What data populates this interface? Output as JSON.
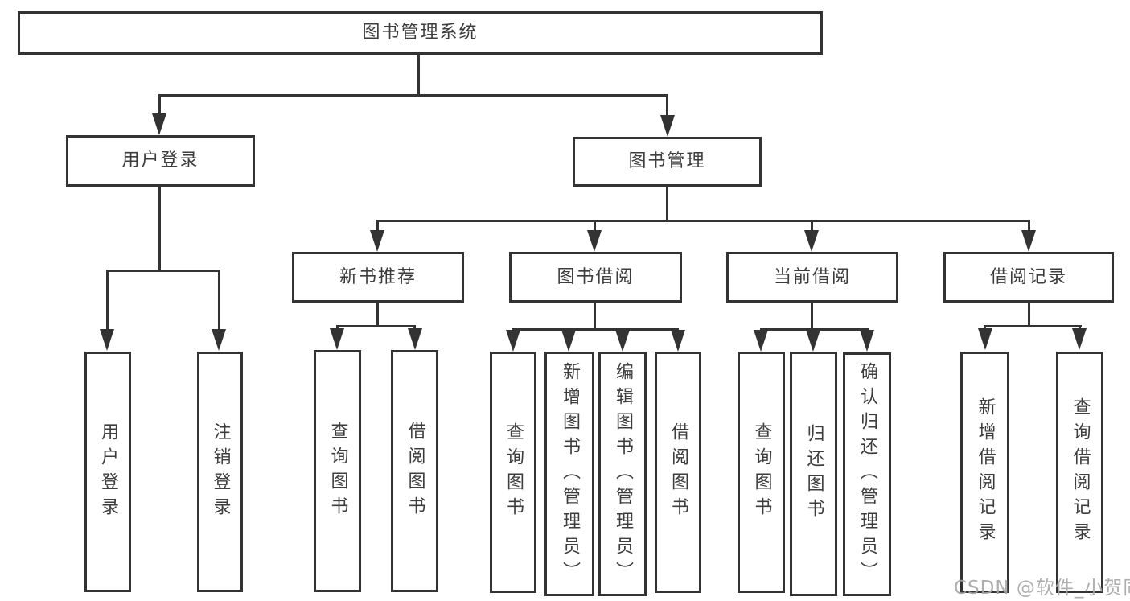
{
  "diagram": {
    "background": "#ffffff",
    "line_color": "#333333",
    "text_color": "#3d3d3d",
    "nodes": {
      "root": {
        "label": "图书管理系统"
      },
      "userLogin": {
        "label": "用户登录"
      },
      "bookMgmt": {
        "label": "图书管理"
      },
      "newBookRec": {
        "label": "新书推荐"
      },
      "bookBorrow": {
        "label": "图书借阅"
      },
      "currentBorrow": {
        "label": "当前借阅"
      },
      "borrowRecords": {
        "label": "借阅记录"
      },
      "leafUserLogin": {
        "label": "用户登录"
      },
      "leafLogout": {
        "label": "注销登录"
      },
      "leafNbQuery": {
        "label": "查询图书"
      },
      "leafNbBorrow": {
        "label": "借阅图书"
      },
      "leafBbQuery": {
        "label": "查询图书"
      },
      "leafBbAdd": {
        "label": "新增图书（管理员）"
      },
      "leafBbEdit": {
        "label": "编辑图书（管理员）"
      },
      "leafBbBorrow": {
        "label": "借阅图书"
      },
      "leafCbQuery": {
        "label": "查询图书"
      },
      "leafCbReturn": {
        "label": "归还图书"
      },
      "leafCbConfirm": {
        "label": "确认归还（管理员）"
      },
      "leafBrAdd": {
        "label": "新增借阅记录"
      },
      "leafBrQuery": {
        "label": "查询借阅记录"
      }
    },
    "hierarchy": [
      {
        "parent": "图书管理系统",
        "children": [
          "用户登录",
          "图书管理"
        ]
      },
      {
        "parent": "用户登录",
        "children": [
          "用户登录",
          "注销登录"
        ]
      },
      {
        "parent": "图书管理",
        "children": [
          "新书推荐",
          "图书借阅",
          "当前借阅",
          "借阅记录"
        ]
      },
      {
        "parent": "新书推荐",
        "children": [
          "查询图书",
          "借阅图书"
        ]
      },
      {
        "parent": "图书借阅",
        "children": [
          "查询图书",
          "新增图书（管理员）",
          "编辑图书（管理员）",
          "借阅图书"
        ]
      },
      {
        "parent": "当前借阅",
        "children": [
          "查询图书",
          "归还图书",
          "确认归还（管理员）"
        ]
      },
      {
        "parent": "借阅记录",
        "children": [
          "新增借阅记录",
          "查询借阅记录"
        ]
      }
    ],
    "watermark": {
      "text": "CSDN @软件_小贺同学",
      "color": "#a6a6a6"
    }
  }
}
